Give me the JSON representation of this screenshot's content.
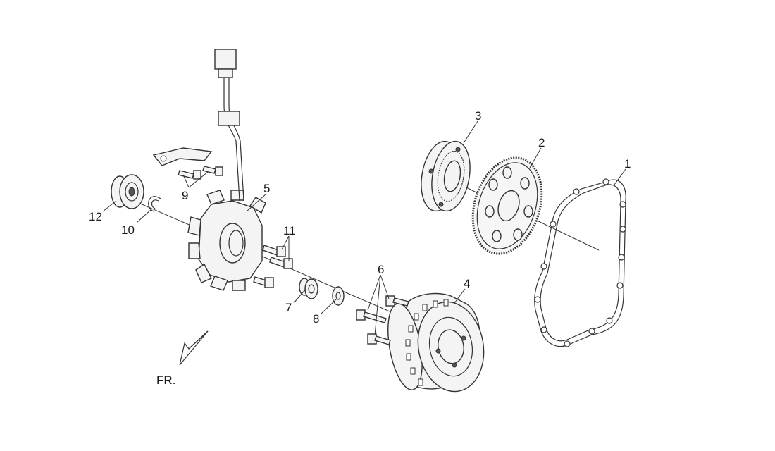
{
  "diagram": {
    "callouts": {
      "p1": "1",
      "p2": "2",
      "p3": "3",
      "p4": "4",
      "p5": "5",
      "p6": "6",
      "p7": "7",
      "p8": "8",
      "p9": "9",
      "p10": "10",
      "p11": "11",
      "p12": "12"
    },
    "front_marker": "FR."
  }
}
